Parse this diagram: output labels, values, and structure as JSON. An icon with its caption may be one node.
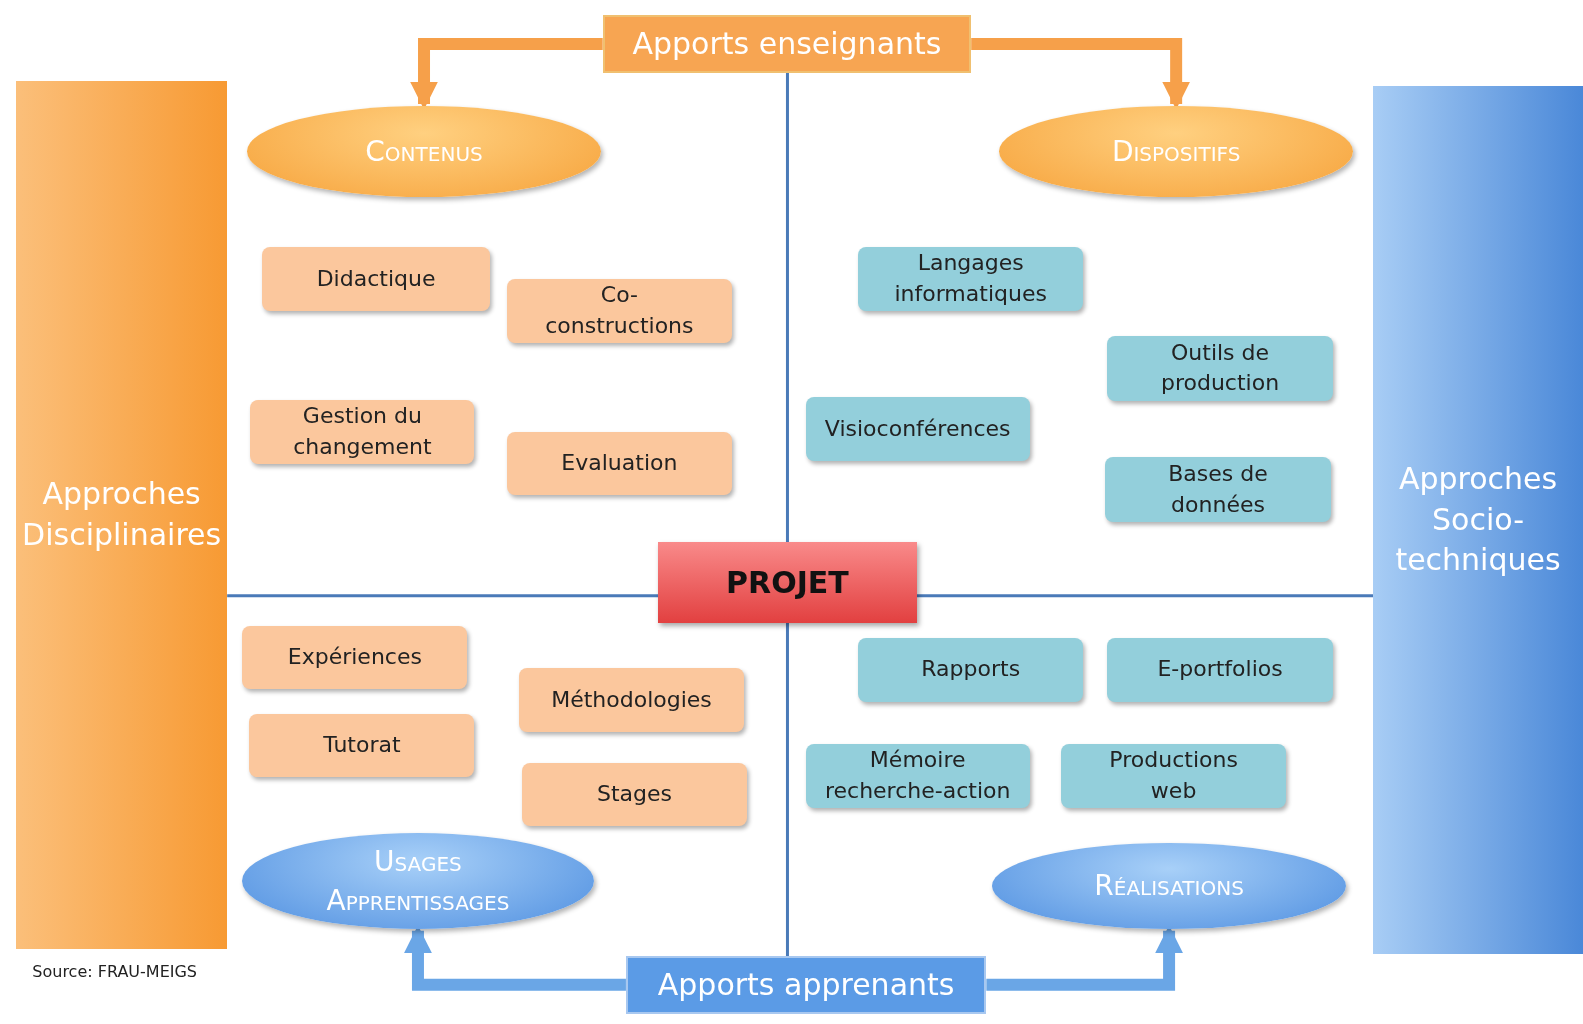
{
  "diagram": {
    "nodes": [
      {
        "text": [
          "Apports enseignants"
        ]
      },
      {
        "text": [
          "Contenus"
        ]
      },
      {
        "text": [
          "Dispositifs"
        ]
      },
      {
        "text": [
          "Approches Disciplinaires"
        ]
      },
      {
        "text": [
          "Approches Socio-techniques"
        ]
      },
      {
        "text": [
          "Didactique"
        ]
      },
      {
        "text": [
          "Co-constructions"
        ]
      },
      {
        "text": [
          "Gestion du changement"
        ]
      },
      {
        "text": [
          "Evaluation"
        ]
      },
      {
        "text": [
          "Langages informatiques"
        ]
      },
      {
        "text": [
          "Outils de production"
        ]
      },
      {
        "text": [
          "Visioconférences"
        ]
      },
      {
        "text": [
          "Bases de données"
        ]
      },
      {
        "text": [
          "PROJET"
        ]
      },
      {
        "text": [
          "Expériences"
        ]
      },
      {
        "text": [
          "Méthodologies"
        ]
      },
      {
        "text": [
          "Tutorat"
        ]
      },
      {
        "text": [
          "Stages"
        ]
      },
      {
        "text": [
          "Rapports"
        ]
      },
      {
        "text": [
          "E-portfolios"
        ]
      },
      {
        "text": [
          "Mémoire recherche-action"
        ]
      },
      {
        "text": [
          "Productions web"
        ]
      },
      {
        "text": [
          "Usages Apprentissages"
        ]
      },
      {
        "text": [
          "Réalisations"
        ]
      },
      {
        "text": [
          "Apports apprenants"
        ]
      }
    ],
    "edges": [
      {
        "from": 0,
        "to": 1,
        "arrow": "to",
        "color": "#f6a04a"
      },
      {
        "from": 0,
        "to": 2,
        "arrow": "to",
        "color": "#f6a04a"
      },
      {
        "from": 24,
        "to": 22,
        "arrow": "to",
        "color": "#6aa6e6"
      },
      {
        "from": 24,
        "to": 23,
        "arrow": "to",
        "color": "#6aa6e6"
      }
    ],
    "labels": [
      "Source: FRAU-MEIGS"
    ]
  }
}
